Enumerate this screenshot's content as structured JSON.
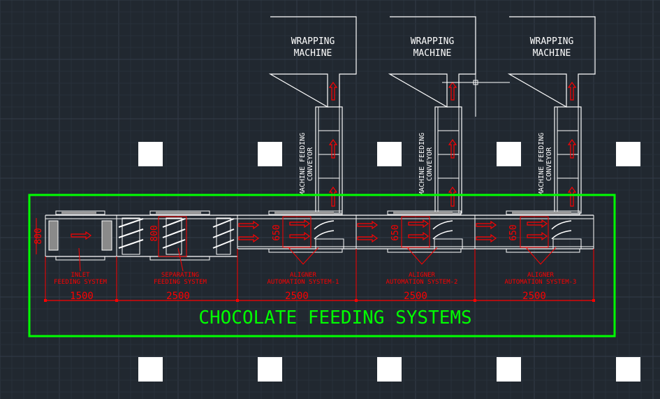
{
  "colors": {
    "background": "#212830",
    "grid": "#2c3440",
    "outline": "#ffffff",
    "annotation": "#ff0000",
    "highlight": "#00ff00"
  },
  "machines": [
    {
      "line1": "WRAPPING",
      "line2": "MACHINE"
    },
    {
      "line1": "WRAPPING",
      "line2": "MACHINE"
    },
    {
      "line1": "WRAPPING",
      "line2": "MACHINE"
    }
  ],
  "conveyor_label": {
    "line1": "MACHINE FEEDING",
    "line2": "CONVEYOR"
  },
  "sections": [
    {
      "line1": "INLET",
      "line2": "FEEDING SYSTEM",
      "length": "1500",
      "width": "800"
    },
    {
      "line1": "SEPARATING",
      "line2": "FEEDING SYSTEM",
      "length": "2500",
      "width": "800"
    },
    {
      "line1": "ALIGNER",
      "line2": "AUTOMATION SYSTEM-1",
      "length": "2500",
      "width": "650"
    },
    {
      "line1": "ALIGNER",
      "line2": "AUTOMATION SYSTEM-2",
      "length": "2500",
      "width": "650"
    },
    {
      "line1": "ALIGNER",
      "line2": "AUTOMATION SYSTEM-3",
      "length": "2500",
      "width": "650"
    }
  ],
  "title": "CHOCOLATE FEEDING SYSTEMS",
  "cursor": "crosshair"
}
